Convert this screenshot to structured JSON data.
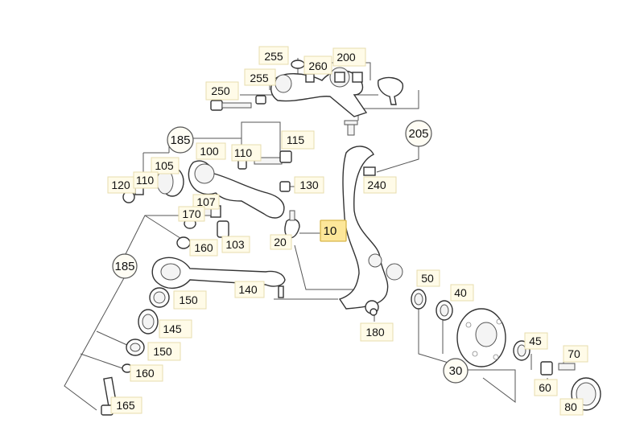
{
  "labels": {
    "l255a": "255",
    "l260": "260",
    "l200": "200",
    "l250": "250",
    "l255b": "255",
    "l185a": "185",
    "l115": "115",
    "l205": "205",
    "l100": "100",
    "l110a": "110",
    "l105": "105",
    "l120": "120",
    "l110b": "110",
    "l240": "240",
    "l130": "130",
    "l107": "107",
    "l170": "170",
    "l10": "10",
    "l20": "20",
    "l160a": "160",
    "l103": "103",
    "l185b": "185",
    "l140": "140",
    "l50": "50",
    "l40": "40",
    "l150a": "150",
    "l145": "145",
    "l180": "180",
    "l45": "45",
    "l70": "70",
    "l150b": "150",
    "l30": "30",
    "l160b": "160",
    "l60": "60",
    "l165": "165",
    "l80": "80"
  },
  "highlighted_label": "10",
  "colors": {
    "label_fill": "#fffbe8",
    "label_highlight": "#fde79a",
    "lines": "#555555"
  }
}
